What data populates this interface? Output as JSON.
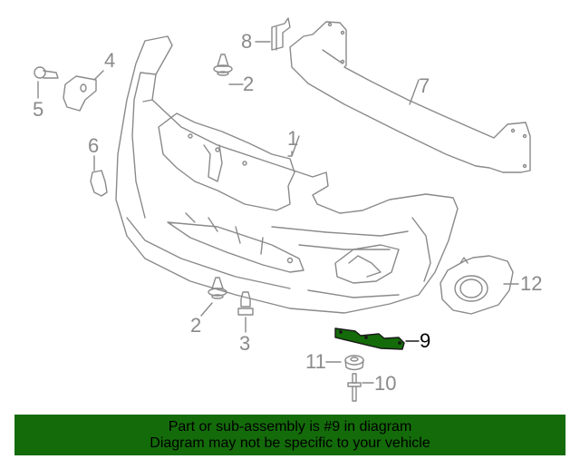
{
  "diagram": {
    "highlight_color": "#146b0a",
    "line_color": "#8a8a8a",
    "callouts": [
      {
        "num": "1",
        "part": "bumper-cover"
      },
      {
        "num": "2",
        "part": "clip-upper"
      },
      {
        "num": "2",
        "part": "clip-lower"
      },
      {
        "num": "3",
        "part": "bolt"
      },
      {
        "num": "4",
        "part": "bracket"
      },
      {
        "num": "5",
        "part": "screw"
      },
      {
        "num": "6",
        "part": "tow-hook-cover"
      },
      {
        "num": "7",
        "part": "reinforcement-beam"
      },
      {
        "num": "8",
        "part": "bracket-small"
      },
      {
        "num": "9",
        "part": "lower-support",
        "highlighted": true
      },
      {
        "num": "10",
        "part": "rivet"
      },
      {
        "num": "11",
        "part": "grommet"
      },
      {
        "num": "12",
        "part": "fog-lamp-bezel"
      }
    ]
  },
  "banner": {
    "line1": "Part or sub-assembly is #9 in diagram",
    "line2": "Diagram may not be specific to your vehicle",
    "background": "#146b0a"
  }
}
